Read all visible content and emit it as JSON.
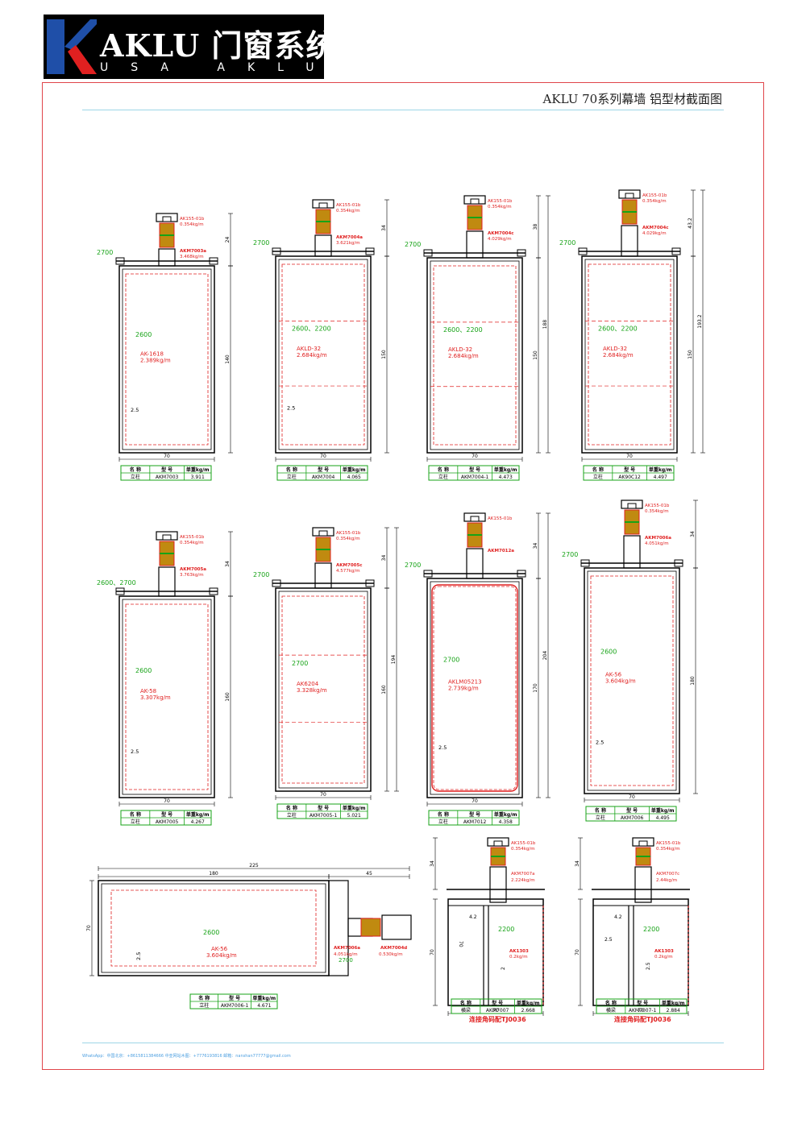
{
  "logo": {
    "brand": "AKLU 门窗系统",
    "sub": "USA AKLU"
  },
  "document": {
    "title": "AKLU 70系列幕墙 铝型材截面图",
    "footer": "WhatsApp：中国北京：+8615811384666  中亚网站木图：+7776193816 邮箱：nanshan77777@gmail.com"
  },
  "table_headers": {
    "name": "名 称",
    "model": "型 号",
    "weight": "单重kg/m"
  },
  "sections": [
    {
      "id": "s1",
      "label_top": "AK155-01b",
      "label_top2": "0.354kg/m",
      "label_mid": "AKM7003a",
      "label_mid2": "3.468kg/m",
      "length1": "2700",
      "length2": "2600",
      "insert": "AK-1618",
      "insert_w": "2.389kg/m",
      "thk": "2.5",
      "width": "70",
      "h_small": "24",
      "h_big": "140",
      "row_name": "立柱",
      "row_model": "AKM7003",
      "row_weight": "3.911"
    },
    {
      "id": "s2",
      "label_top": "AK155-01b",
      "label_top2": "0.354kg/m",
      "label_mid": "AKM7004a",
      "label_mid2": "3.621kg/m",
      "length1": "2700",
      "length2": "2600、2200",
      "insert": "AKLD-32",
      "insert_w": "2.684kg/m",
      "thk": "2.5",
      "width": "70",
      "h_small": "34",
      "h_big": "150",
      "row_name": "立柱",
      "row_model": "AKM7004",
      "row_weight": "4.065"
    },
    {
      "id": "s3",
      "label_top": "AK155-01b",
      "label_top2": "0.354kg/m",
      "label_mid": "AKM7004c",
      "label_mid2": "4.029kg/m",
      "length1": "2700",
      "length2": "2600、2200",
      "insert": "AKLD-32",
      "insert_w": "2.684kg/m",
      "thk": "",
      "width": "70",
      "h_small": "38",
      "h_big": "150",
      "h_total": "188",
      "row_name": "立柱",
      "row_model": "AKM7004-1",
      "row_weight": "4.473"
    },
    {
      "id": "s4",
      "label_top": "AK155-01b",
      "label_top2": "0.354kg/m",
      "label_mid": "AKM7004c",
      "label_mid2": "4.029kg/m",
      "length1": "2700",
      "length2": "2600、2200",
      "insert": "AKLD-32",
      "insert_w": "2.684kg/m",
      "thk": "",
      "width": "70",
      "h_small": "43.2",
      "h_big": "150",
      "h_total": "193.2",
      "row_name": "立柱",
      "row_model": "AK90C12",
      "row_weight": "4.497"
    },
    {
      "id": "s5",
      "label_top": "AK155-01b",
      "label_top2": "0.354kg/m",
      "label_mid": "AKM7005a",
      "label_mid2": "3.763kg/m",
      "length1": "2600、2700",
      "length2": "2600",
      "insert": "AK-58",
      "insert_w": "3.307kg/m",
      "thk": "2.5",
      "width": "70",
      "h_small": "34",
      "h_big": "160",
      "row_name": "立柱",
      "row_model": "AKM7005",
      "row_weight": "4.267"
    },
    {
      "id": "s6",
      "label_top": "AK155-01b",
      "label_top2": "0.354kg/m",
      "label_mid": "AKM7005c",
      "label_mid2": "4.577kg/m",
      "length1": "2700",
      "length2": "2700",
      "insert": "AK6204",
      "insert_w": "3.328kg/m",
      "thk": "",
      "width": "70",
      "h_small": "34",
      "h_big": "160",
      "h_total": "194",
      "row_name": "立柱",
      "row_model": "AKM7005-1",
      "row_weight": "5.021"
    },
    {
      "id": "s7",
      "label_top": "AK155-01b",
      "label_top2": "",
      "label_mid": "AKM7012a",
      "label_mid2": "",
      "length1": "2700",
      "length2": "2700",
      "insert": "AKLM05213",
      "insert_w": "2.739kg/m",
      "thk": "2.5",
      "width": "70",
      "h_small": "34",
      "h_big": "170",
      "h_total": "204",
      "row_name": "立柱",
      "row_model": "AKM7012",
      "row_weight": "4.358"
    },
    {
      "id": "s8",
      "label_top": "AK155-01b",
      "label_top2": "0.354kg/m",
      "label_mid": "AKM7006a",
      "label_mid2": "4.051kg/m",
      "length1": "2700",
      "length2": "2600",
      "insert": "AK-56",
      "insert_w": "3.604kg/m",
      "thk": "2.5",
      "width": "70",
      "h_small": "34",
      "h_big": "180",
      "row_name": "立柱",
      "row_model": "AKM7006",
      "row_weight": "4.495"
    }
  ],
  "bottom": {
    "b1": {
      "dim_total": "225",
      "dim_a": "180",
      "dim_b": "45",
      "h": "70",
      "length": "2600",
      "insert": "AK-56",
      "insert_w": "3.604kg/m",
      "thk": "2.5",
      "label_mid": "AKM7006a",
      "label_mid2": "4.051kg/m",
      "label_mid3": "2700",
      "label_end": "AKM7004d",
      "label_end2": "0.530kg/m",
      "row_name": "立柱",
      "row_model": "AKM7006-1",
      "row_weight": "4.671"
    },
    "b2": {
      "label_top": "AK155-01b",
      "label_top2": "0.354kg/m",
      "label_mid": "AKM7007a",
      "label_mid2": "2.224kg/m",
      "h_small": "34",
      "h": "70",
      "d1": "4.2",
      "d2": "70",
      "length": "2200",
      "insert": "AK1303",
      "insert_w": "0.2kg/m",
      "thk": "2",
      "width": "70",
      "row_name": "横梁",
      "row_model": "AKM7007",
      "row_weight": "2.668",
      "note": "连接角码配TJ0036"
    },
    "b3": {
      "label_top": "AK155-01b",
      "label_top2": "0.354kg/m",
      "label_mid": "AKM7007c",
      "label_mid2": "2.44kg/m",
      "h_small": "34",
      "h": "70",
      "d1": "4.2",
      "d2": "2.5",
      "length": "2200",
      "insert": "AK1303",
      "insert_w": "0.2kg/m",
      "thk": "2.5",
      "width": "70",
      "row_name": "横梁",
      "row_model": "AKM7007-1",
      "row_weight": "2.884",
      "note": "连接角码配TJ0036"
    }
  },
  "colors": {
    "frame": "#e0454a",
    "rule": "#9ed6e6",
    "green": "#17a317",
    "red": "#e02020",
    "gold": "#c08a10",
    "footer": "#4fa0e0"
  }
}
